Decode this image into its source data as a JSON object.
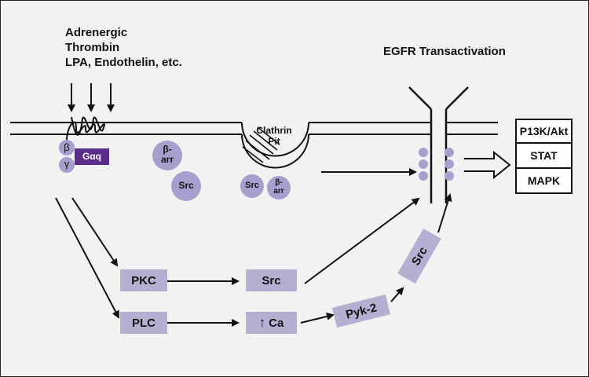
{
  "ligands": [
    "Adrenergic",
    "Thrombin",
    "LPA, Endothelin, etc."
  ],
  "egfr_title": "EGFR Transactivation",
  "g_protein": {
    "beta": "β",
    "gamma": "γ",
    "alpha": "Gαq"
  },
  "beta_arrestin": [
    "β-",
    "arr"
  ],
  "src": "Src",
  "clathrin_pit": [
    "Clathrin",
    "Pit"
  ],
  "nodes": {
    "pkc": "PKC",
    "plc": "PLC",
    "src_box": "Src",
    "ca_arrow": "↑",
    "ca": "Ca",
    "pyk2": "Pyk-2",
    "src_rot": "Src"
  },
  "outputs": [
    "P13K/Akt",
    "STAT",
    "MAPK"
  ],
  "colors": {
    "purple_light": "#b5b0d2",
    "purple_circle": "#a99fcf",
    "purple_dark": "#5b2d8a",
    "background": "#f2f2f2"
  }
}
